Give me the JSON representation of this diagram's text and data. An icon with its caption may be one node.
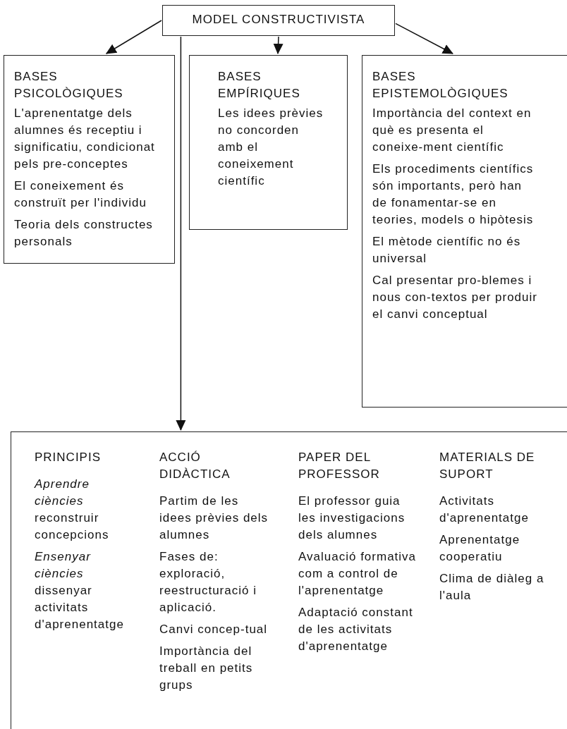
{
  "diagram": {
    "nodes": [
      {
        "text": [
          "MODEL CONSTRUCTIVISTA"
        ]
      },
      {
        "text": [
          "BASES PSICOLÒGIQUES",
          "L'aprenentatge dels alumnes és receptiu i significatiu, condicionat pels pre-conceptes",
          "El coneixement és construït per l'individu",
          "Teoria dels constructes personals"
        ]
      },
      {
        "text": [
          "BASES EMPÍRIQUES",
          "Les idees prèvies no concorden amb el coneixement científic"
        ]
      },
      {
        "text": [
          "BASES EPISTEMOLÒGIQUES",
          "Importància del context en què es presenta el coneixe-ment científic",
          "Els procediments científics són importants, però han de fonamentar-se en teories, models o hipòtesis",
          "El mètode científic no és universal",
          "Cal presentar pro-blemes i nous con-textos per produir el canvi conceptual"
        ]
      },
      {
        "text": [
          "PRINCIPIS",
          "*Aprendre ciències* reconstruir concepcions",
          "*Ensenyar ciències* dissenyar activitats d'aprenentatge",
          "ACCIÓ DIDÀCTICA",
          "Partim de les idees prèvies dels alumnes",
          "Fases de: exploració, reestructuració i aplicació.",
          "Canvi concep-tual",
          "Importància del treball en petits grups",
          "PAPER DEL PROFESSOR",
          "El professor guia les investigacions dels alumnes",
          "Avaluació formativa com a control de l'aprenentatge",
          "Adaptació constant de les activitats d'aprenentatge",
          "MATERIALS DE SUPORT",
          "Activitats d'aprenentatge",
          "Aprenentatge cooperatiu",
          "Clima de diàleg a l'aula"
        ]
      }
    ],
    "edges": [
      {
        "from": 0,
        "to": 1,
        "arrow": "to"
      },
      {
        "from": 0,
        "to": 2,
        "arrow": "to"
      },
      {
        "from": 0,
        "to": 3,
        "arrow": "to"
      },
      {
        "from": 0,
        "to": 4,
        "arrow": "to"
      }
    ]
  }
}
